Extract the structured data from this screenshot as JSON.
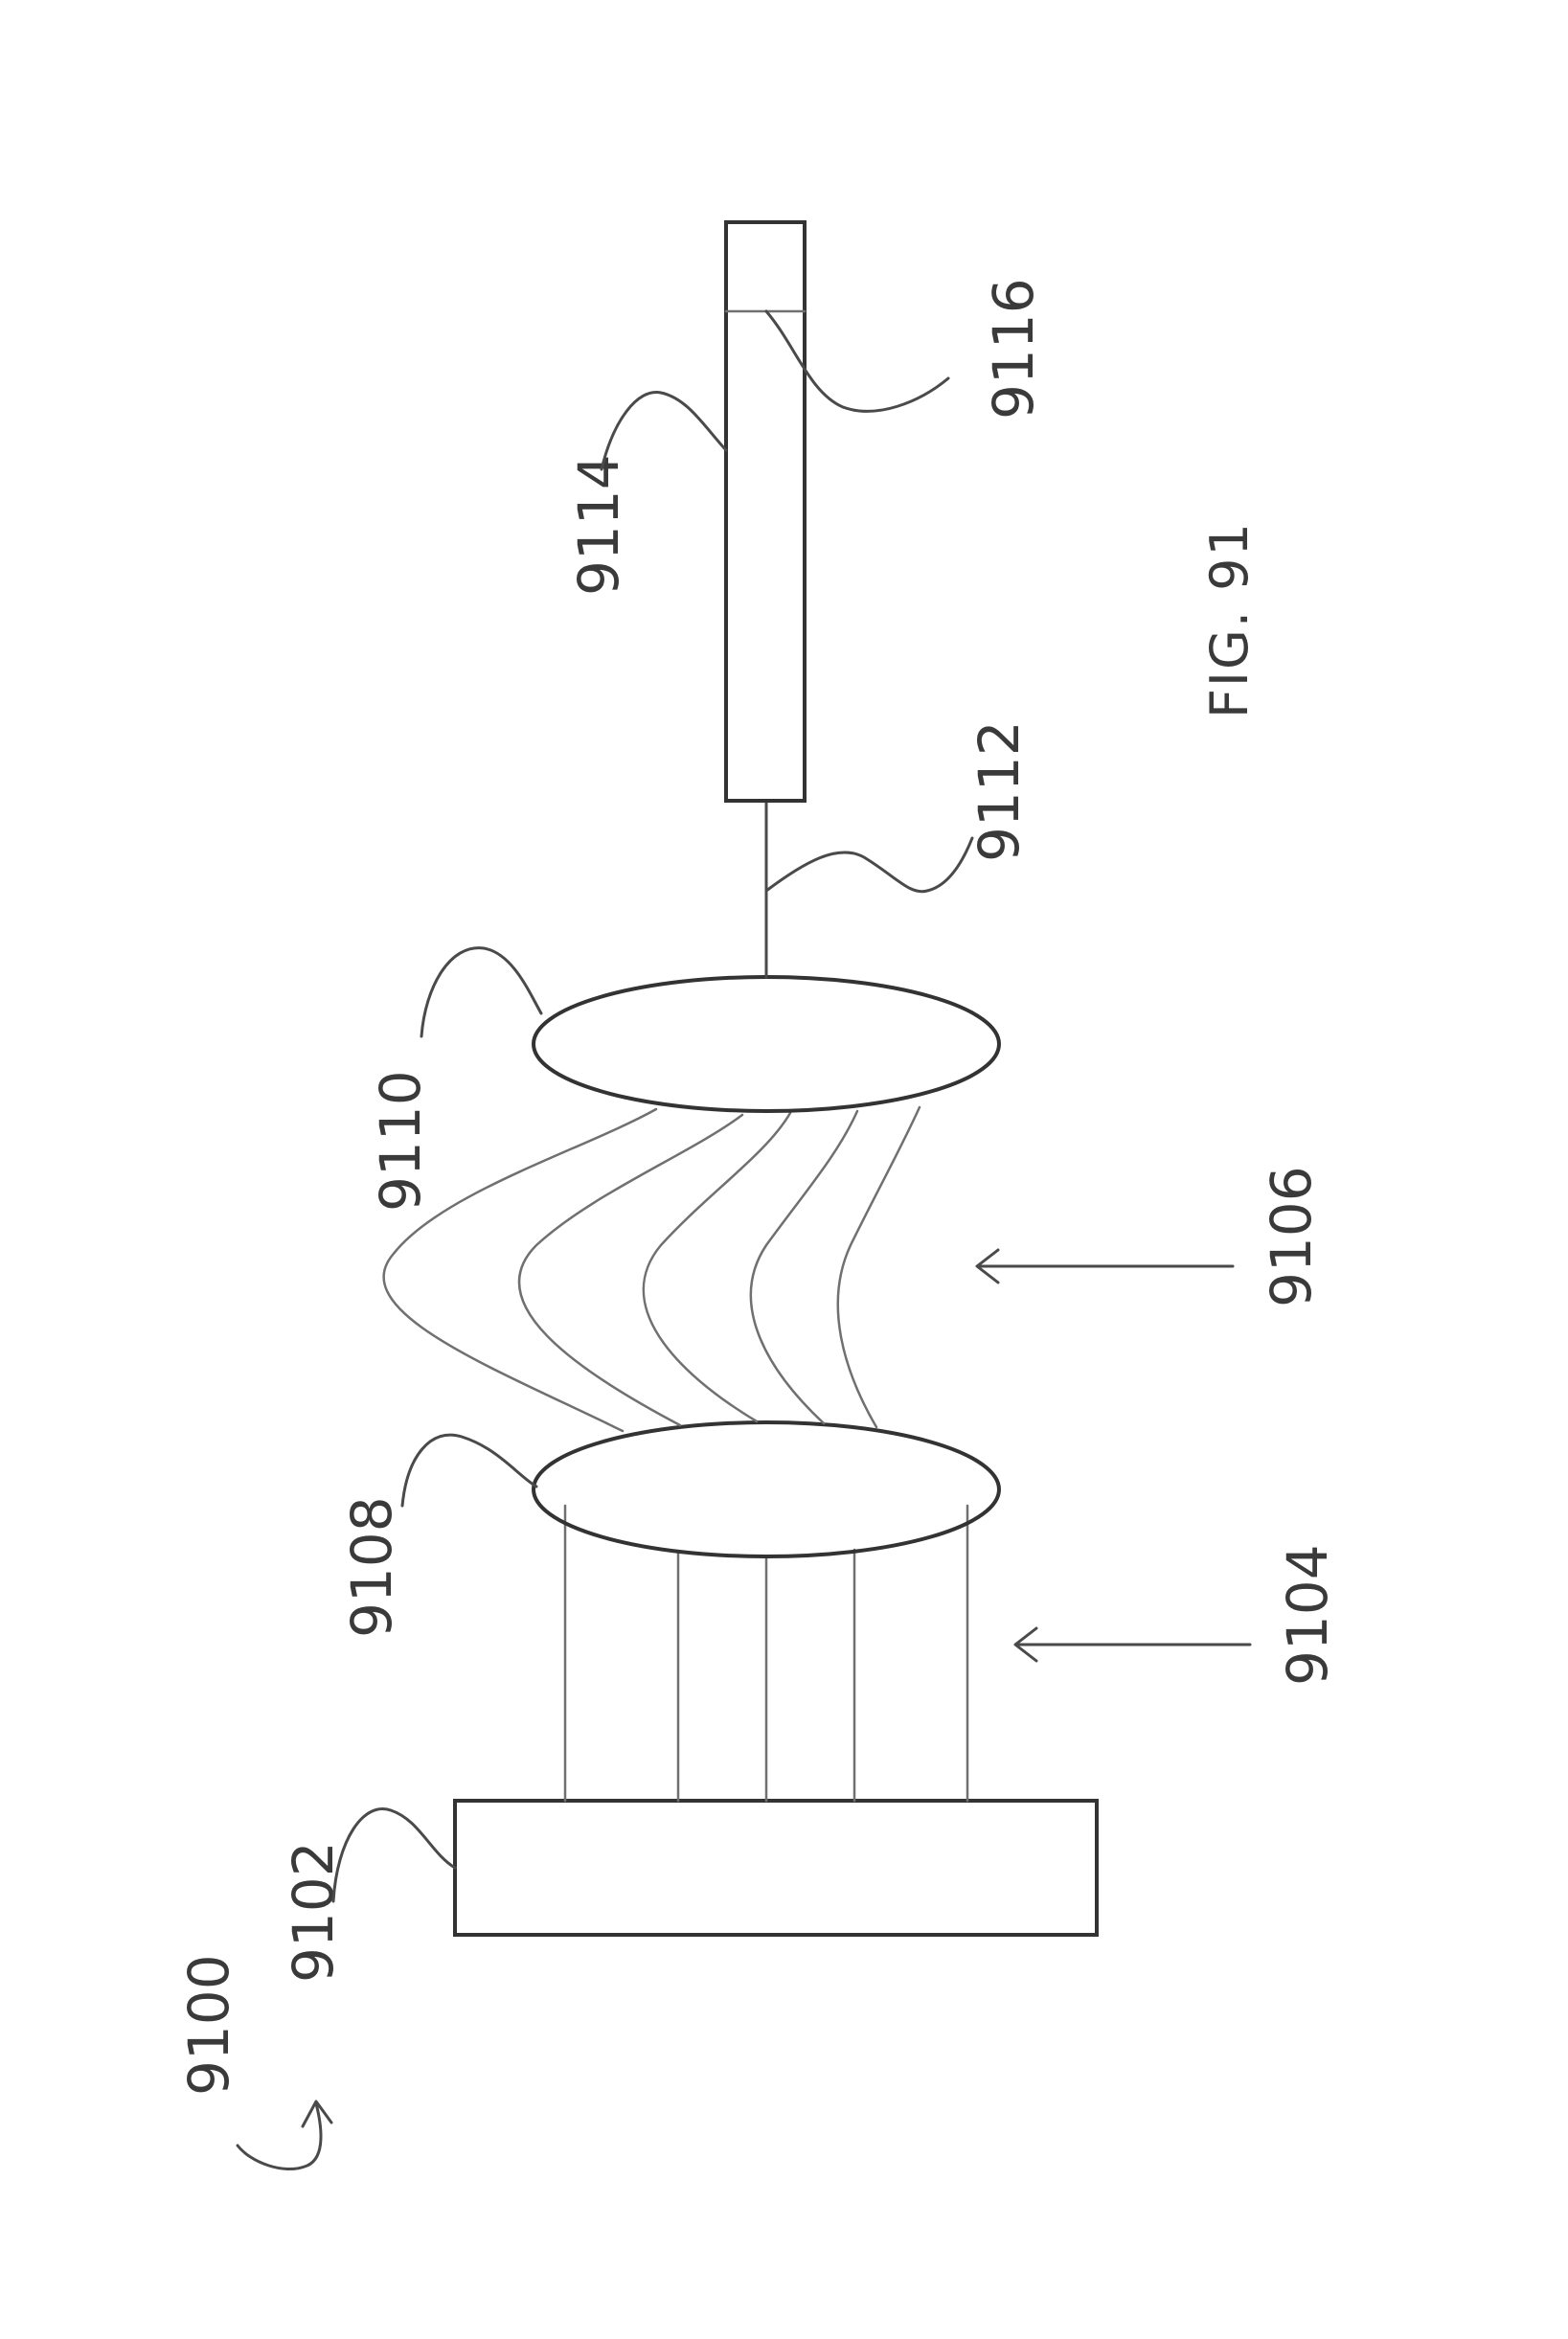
{
  "labels": {
    "system": "9100",
    "source": "9102",
    "parallel_rays": "9104",
    "converging_rays": "9106",
    "first_lens": "9108",
    "second_lens": "9110",
    "link": "9112",
    "target": "9114",
    "target_mark": "9116"
  },
  "figure_label": "FIG. 91"
}
